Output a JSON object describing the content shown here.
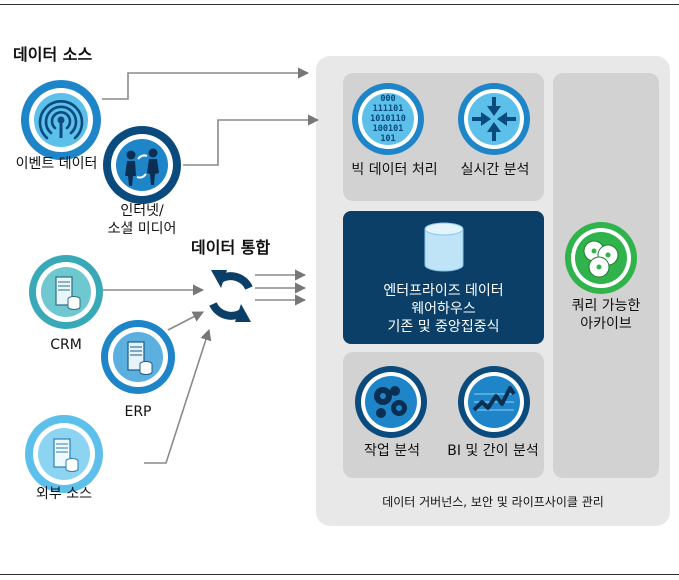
{
  "sources": {
    "title": "데이터 소스",
    "event_data": "이벤트 데이터",
    "social_line1": "인터넷/",
    "social_line2": "소셜 미디어",
    "crm": "CRM",
    "erp": "ERP",
    "external": "외부 소스"
  },
  "integration": {
    "title": "데이터 통합"
  },
  "analytics": {
    "big_data": "빅 데이터 처리",
    "realtime": "실시간 분석",
    "dw_line1": "엔터프라이즈 데이터",
    "dw_line2": "웨어하우스",
    "dw_line3": "기존 및 중앙집중식",
    "archive_line1": "쿼리 가능한",
    "archive_line2": "아카이브",
    "ops": "작업 분석",
    "bi": "BI 및 간이 분석",
    "governance": "데이터 거버넌스, 보안 및 라이프사이클 관리"
  },
  "binary_text": [
    "000",
    "111101",
    "1010110",
    "100101",
    "101"
  ],
  "colors": {
    "dark_blue": "#0a4a7c",
    "mid_blue": "#1e86c8",
    "light_blue": "#5cc0ea",
    "teal": "#3aa9b7",
    "green": "#2fb34a",
    "gray_panel": "#d2d2d2",
    "outer_panel": "#e8e8e8"
  },
  "icons": {
    "event_data": "broadcast-signal-icon",
    "social": "people-exchange-icon",
    "crm": "server-database-icon",
    "erp": "server-database-icon",
    "external": "server-database-icon",
    "integration": "sync-arrows-icon",
    "big_data": "binary-data-icon",
    "realtime": "compress-arrows-icon",
    "dw": "database-cylinder-icon",
    "archive": "discs-icon",
    "ops": "gears-icon",
    "bi": "line-chart-icon"
  }
}
